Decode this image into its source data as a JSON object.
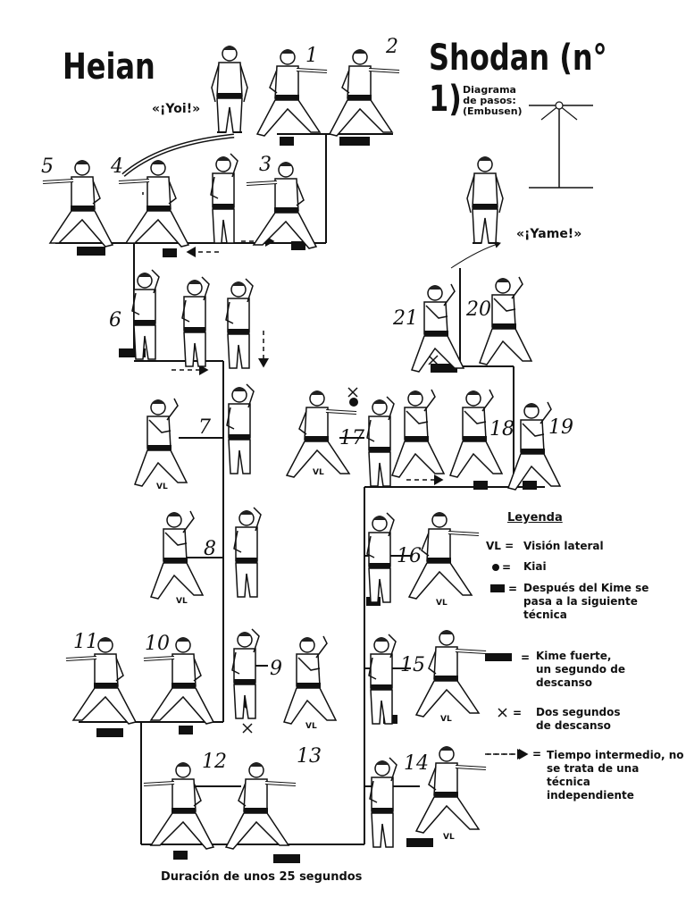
{
  "header": {
    "title_left": "Heian",
    "title_right": "Shodan (n° 1)",
    "diagram_label": "Diagrama\nde pasos:\n(Embusen)"
  },
  "commands": {
    "start": "«¡Yoi!»",
    "end": "«¡Yame!»"
  },
  "steps": [
    {
      "n": "1"
    },
    {
      "n": "2"
    },
    {
      "n": "3"
    },
    {
      "n": "4"
    },
    {
      "n": "5"
    },
    {
      "n": "6"
    },
    {
      "n": "7"
    },
    {
      "n": "8"
    },
    {
      "n": "9"
    },
    {
      "n": "10"
    },
    {
      "n": "11"
    },
    {
      "n": "12"
    },
    {
      "n": "13"
    },
    {
      "n": "14"
    },
    {
      "n": "15"
    },
    {
      "n": "16"
    },
    {
      "n": "17"
    },
    {
      "n": "18"
    },
    {
      "n": "19"
    },
    {
      "n": "20"
    },
    {
      "n": "21"
    }
  ],
  "vl_label": "VL",
  "legend": {
    "title": "Leyenda",
    "items": [
      {
        "symbol": "VL =",
        "text": "Visión lateral"
      },
      {
        "symbol": "● =",
        "text": "Kiai"
      },
      {
        "symbol": "▬ =",
        "text": "Después del Kime se\npasa a la siguiente\ntécnica"
      },
      {
        "symbol": "▬▬ =",
        "text": "Kime fuerte,\nun segundo de\ndescanso"
      },
      {
        "symbol": "× =",
        "text": "Dos segundos\nde descanso"
      },
      {
        "symbol": "- - -> =",
        "text": "Tiempo intermedio, no\nse trata de una técnica\nindependiente"
      }
    ]
  },
  "footer": "Duración de unos 25 segundos"
}
